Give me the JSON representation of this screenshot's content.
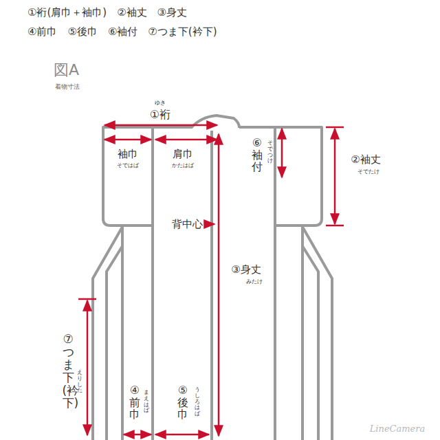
{
  "diagram": {
    "title": "図A",
    "labels": [
      "①裄(肩巾＋袖巾)　②袖丈　③身丈",
      "④前巾　⑤後巾　⑥袖付　⑦つま下(衿下)",
      "着物寸法",
      "ゆき",
      "①裄",
      "袖巾",
      "そではば",
      "肩巾",
      "かたはば",
      "⑥袖付",
      "そでつけ",
      "②袖丈",
      "そでたけ",
      "背中心",
      "③身丈",
      "みたけ",
      "⑦つま下(衿下)",
      "えりした",
      "④前巾",
      "まえはば",
      "⑤後巾",
      "うしろはば",
      "LineCamera"
    ]
  }
}
